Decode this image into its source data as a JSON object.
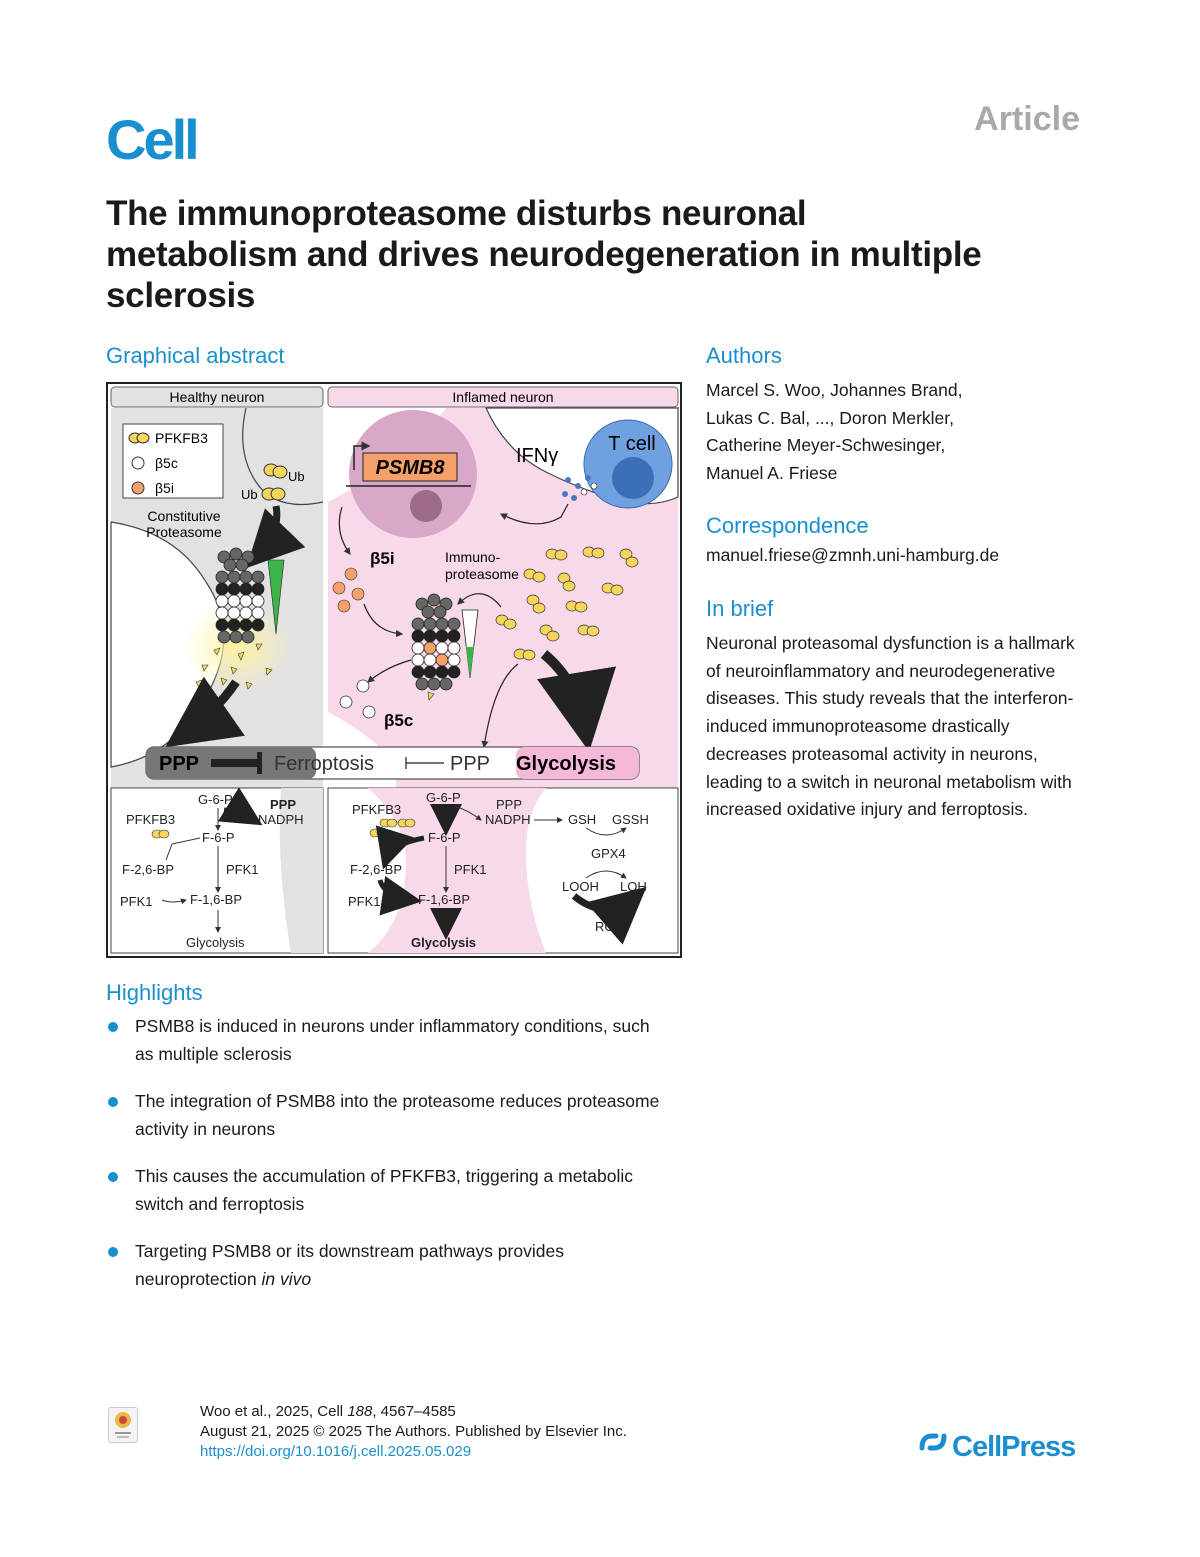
{
  "header": {
    "journal": "Cell",
    "article_type": "Article"
  },
  "title": "The immunoproteasome disturbs neuronal metabolism and drives neurodegeneration in multiple sclerosis",
  "graphical_abstract": {
    "heading": "Graphical abstract",
    "panel_left": "Healthy neuron",
    "panel_right": "Inflamed neuron",
    "legend": [
      "PFKFB3",
      "β5c",
      "β5i"
    ],
    "ub": "Ub",
    "constitutive_1": "Constitutive",
    "constitutive_2": "Proteasome",
    "psmb8": "PSMB8",
    "ifng": "IFNγ",
    "tcell": "T cell",
    "b5i": "β5i",
    "b5c": "β5c",
    "immuno_1": "Immuno-",
    "immuno_2": "proteasome",
    "bar_ppp": "PPP",
    "bar_ferroptosis": "Ferroptosis",
    "bar_ppp2": "PPP",
    "bar_glycolysis": "Glycolysis",
    "m": {
      "g6p": "G-6-P",
      "ppp": "PPP",
      "nadph": "NADPH",
      "pfkfb3": "PFKFB3",
      "f6p": "F-6-P",
      "f26bp": "F-2,6-BP",
      "pfk1": "PFK1",
      "f16bp": "F-1,6-BP",
      "glycolysis": "Glycolysis",
      "gsh": "GSH",
      "gssh": "GSSH",
      "gpx4": "GPX4",
      "looh": "LOOH",
      "loh": "LOH",
      "ros": "ROS"
    }
  },
  "authors": {
    "heading": "Authors",
    "lines": [
      "Marcel S. Woo, Johannes Brand,",
      "Lukas C. Bal, ..., Doron Merkler,",
      "Catherine Meyer-Schwesinger,",
      "Manuel A. Friese"
    ]
  },
  "correspondence": {
    "heading": "Correspondence",
    "email": "manuel.friese@zmnh.uni-hamburg.de"
  },
  "in_brief": {
    "heading": "In brief",
    "text": "Neuronal proteasomal dysfunction is a hallmark of neuroinflammatory and neurodegenerative diseases. This study reveals that the interferon-induced immunoproteasome drastically decreases proteasomal activity in neurons, leading to a switch in neuronal metabolism with increased oxidative injury and ferroptosis."
  },
  "highlights": {
    "heading": "Highlights",
    "items": [
      {
        "text": "PSMB8 is induced in neurons under inflammatory conditions, such as multiple sclerosis"
      },
      {
        "text": "The integration of PSMB8 into the proteasome reduces proteasome activity in neurons"
      },
      {
        "text": "This causes the accumulation of PFKFB3, triggering a metabolic switch and ferroptosis"
      },
      {
        "text": "Targeting PSMB8 or its downstream pathways provides neuroprotection ",
        "em": "in vivo"
      }
    ]
  },
  "footer": {
    "cite_prefix": "Woo et al., 2025, Cell ",
    "cite_volume": "188",
    "cite_pages": ", 4567–4585",
    "date_line": "August 21, 2025 © 2025 The Authors. Published by Elsevier Inc.",
    "doi": "https://doi.org/10.1016/j.cell.2025.05.029",
    "publisher": "CellPress"
  }
}
